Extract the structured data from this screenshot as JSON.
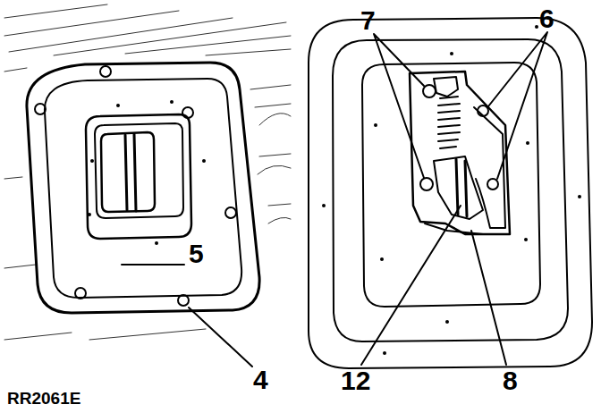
{
  "diagram": {
    "labels": [
      "7",
      "6",
      "5",
      "4",
      "12",
      "8",
      "RR2061E"
    ]
  }
}
